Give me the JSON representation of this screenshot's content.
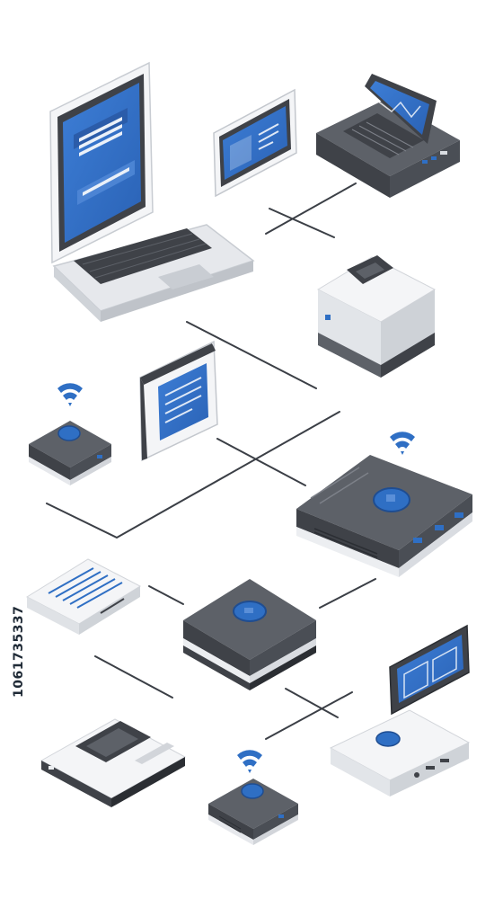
{
  "image_id_text": "1061735337",
  "colors": {
    "dark_gray": "#5d6168",
    "darker_gray": "#3f4248",
    "white": "#f7f8fa",
    "light_gray": "#d9dce1",
    "blue": "#2f6fc4",
    "light_blue": "#5a8fd8",
    "line": "#3b3f46"
  },
  "devices": [
    {
      "name": "laptop",
      "icon": "laptop-icon"
    },
    {
      "name": "monitor-small",
      "icon": "monitor-icon"
    },
    {
      "name": "desktop-computer",
      "icon": "computer-icon"
    },
    {
      "name": "white-cube-device",
      "icon": "printer-icon"
    },
    {
      "name": "tablet",
      "icon": "tablet-icon"
    },
    {
      "name": "small-router-wifi",
      "icon": "router-icon"
    },
    {
      "name": "large-router-wifi",
      "icon": "router-icon"
    },
    {
      "name": "white-modem",
      "icon": "modem-icon"
    },
    {
      "name": "central-hub",
      "icon": "hub-icon"
    },
    {
      "name": "display-monitor",
      "icon": "monitor-icon"
    },
    {
      "name": "white-base-station",
      "icon": "base-station-icon"
    },
    {
      "name": "media-player",
      "icon": "media-device-icon"
    },
    {
      "name": "small-bottom-router-wifi",
      "icon": "router-icon"
    }
  ]
}
